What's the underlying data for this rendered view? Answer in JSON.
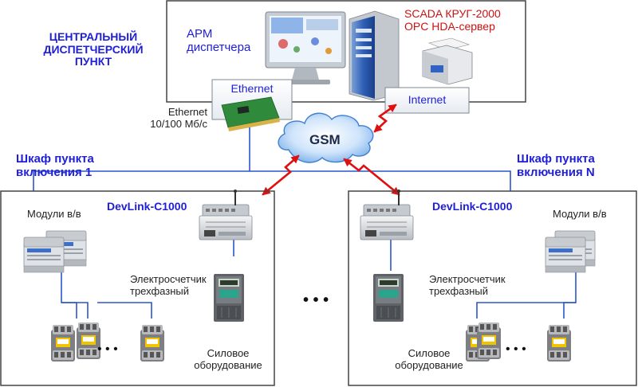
{
  "colors": {
    "blue_text": "#1f1fd6",
    "red_text": "#cc1111",
    "link_line": "#2a57c9",
    "gsm_arrow": "#e01010",
    "panel_border": "#444444"
  },
  "icons": [
    "workstation-monitor-icon",
    "server-tower-icon",
    "printer-icon",
    "network-card-icon",
    "gsm-cloud-icon",
    "devlink-controller-icon",
    "io-module-icon",
    "electricity-meter-icon",
    "contactor-icon"
  ],
  "control_center": {
    "title_lines": [
      "ЦЕНТРАЛЬНЫЙ",
      "ДИСПЕТЧЕРСКИЙ",
      "ПУНКТ"
    ],
    "arm_lines": [
      "АРМ",
      "диспетчера"
    ],
    "scada_lines": [
      "SCADA КРУГ-2000",
      "OPC HDA-сервер"
    ],
    "ethernet_box": "Ethernet",
    "internet_box": "Internet"
  },
  "network": {
    "ethernet_lines": [
      "Ethernet",
      "10/100 Мб/с"
    ],
    "gsm": "GSM",
    "between_cabinets": "• • •"
  },
  "cabinet_left": {
    "title_lines": [
      "Шкаф пункта",
      "включения 1"
    ],
    "controller": "DevLink-C1000",
    "modules": "Модули в/в",
    "meter_lines": [
      "Электросчетчик",
      "трехфазный"
    ],
    "equipment_lines": [
      "Силовое",
      "оборудование"
    ],
    "dots": "• • •"
  },
  "cabinet_right": {
    "title_lines": [
      "Шкаф пункта",
      "включения N"
    ],
    "controller": "DevLink-C1000",
    "modules": "Модули в/в",
    "meter_lines": [
      "Электросчетчик",
      "трехфазный"
    ],
    "equipment_lines": [
      "Силовое",
      "оборудование"
    ],
    "dots": "• • •"
  }
}
